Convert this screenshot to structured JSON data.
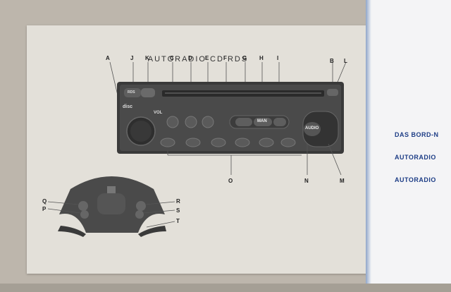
{
  "left_page": {
    "title": "AUTORADIO CD RDS",
    "radio_labels": {
      "vol": "VOL",
      "disc": "disc",
      "audio": "AUDIO",
      "rds": "RDS",
      "man": "MAN"
    },
    "callouts_top": [
      "A",
      "J",
      "K",
      "C",
      "D",
      "E",
      "F",
      "G",
      "H",
      "I",
      "B",
      "L"
    ],
    "callouts_bottom": [
      "O",
      "N",
      "M"
    ],
    "callouts_wheel": [
      "Q",
      "P",
      "R",
      "S",
      "T"
    ]
  },
  "right_page": {
    "toc": [
      "DAS BORD-N",
      "AUTORADIO",
      "AUTORADIO"
    ]
  },
  "colors": {
    "paper": "#e3e0d9",
    "radio_body": "#3a3a3a",
    "toc_blue": "#1d3d86"
  }
}
